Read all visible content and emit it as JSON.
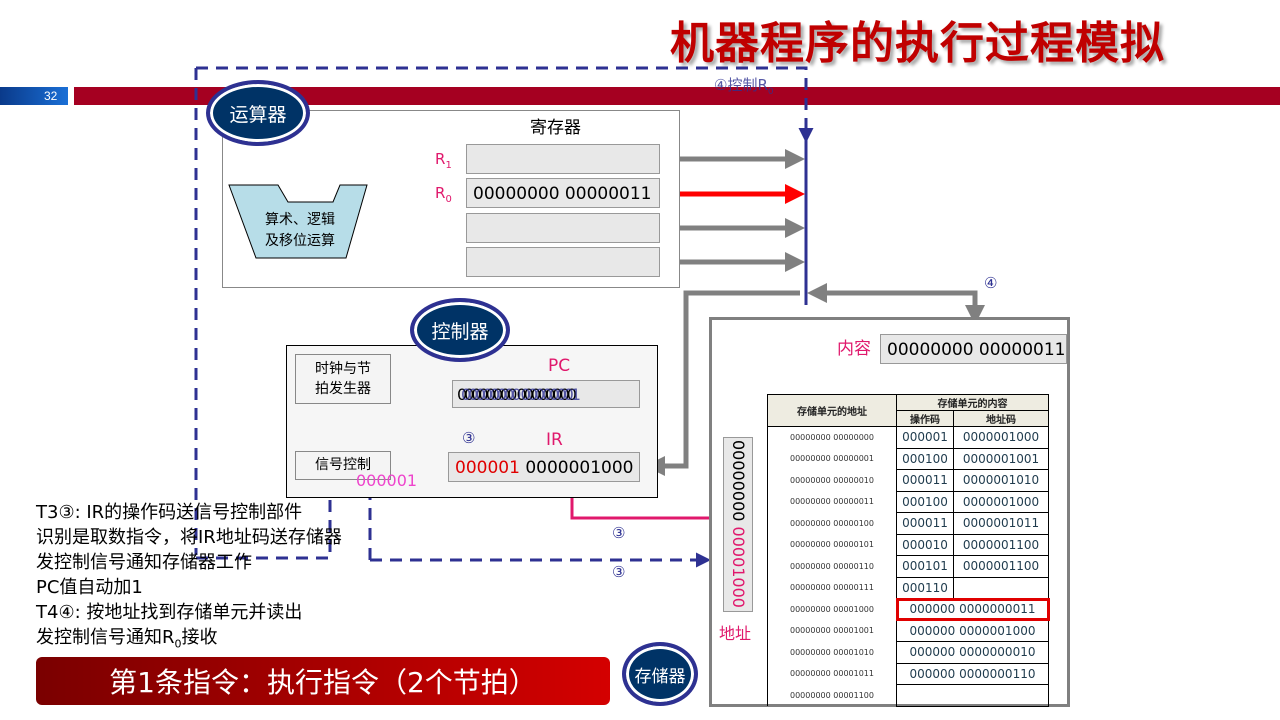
{
  "slide": {
    "title": "机器程序的执行过程模拟",
    "page_number": "32"
  },
  "colors": {
    "header_bar": "#a50021",
    "title": "#c00000",
    "bus_active": "#ff0000",
    "bus_idle": "#808080",
    "control_line": "#2e3192",
    "label_pink": "#e0186c"
  },
  "alu_section": {
    "badge": "运算器",
    "registers_title": "寄存器",
    "alu_label_line1": "算术、逻辑",
    "alu_label_line2": "及移位运算",
    "r1_label": "R",
    "r1_sub": "1",
    "r0_label": "R",
    "r0_sub": "0",
    "registers": [
      "",
      "00000000 00000011",
      "",
      ""
    ]
  },
  "control_annotation": {
    "step": "④",
    "text": "控制R",
    "sub": "0"
  },
  "controller": {
    "badge": "控制器",
    "clock_line1": "时钟与节",
    "clock_line2": "拍发生器",
    "signal_control": "信号控制",
    "pc_label": "PC",
    "pc_value_old": "00000000 00000000",
    "pc_value_new": "00000000 00000001",
    "ir_label": "IR",
    "ir_opcode": "000001",
    "ir_address": "0000001000",
    "opcode_to_signal": "000001",
    "step3_pc": "③"
  },
  "bus_labels": {
    "step4": "④",
    "step3_addr": "③",
    "step3_ctrl": "③"
  },
  "memory": {
    "badge": "存储器",
    "content_label": "内容",
    "content_value": "00000000 00000011",
    "address_label": "地址",
    "address_high": "00000000",
    "address_low": "00001000",
    "table_headers": {
      "address": "存储单元的地址",
      "content": "存储单元的内容",
      "opcode": "操作码",
      "addrcode": "地址码"
    },
    "rows": [
      {
        "address": "00000000 00000000",
        "opcode": "000001",
        "addrcode": "0000001000",
        "full": ""
      },
      {
        "address": "00000000 00000001",
        "opcode": "000100",
        "addrcode": "0000001001",
        "full": ""
      },
      {
        "address": "00000000 00000010",
        "opcode": "000011",
        "addrcode": "0000001010",
        "full": ""
      },
      {
        "address": "00000000 00000011",
        "opcode": "000100",
        "addrcode": "0000001000",
        "full": ""
      },
      {
        "address": "00000000 00000100",
        "opcode": "000011",
        "addrcode": "0000001011",
        "full": ""
      },
      {
        "address": "00000000 00000101",
        "opcode": "000010",
        "addrcode": "0000001100",
        "full": ""
      },
      {
        "address": "00000000 00000110",
        "opcode": "000101",
        "addrcode": "0000001100",
        "full": ""
      },
      {
        "address": "00000000 00000111",
        "opcode": "000110",
        "addrcode": "",
        "full": ""
      },
      {
        "address": "00000000 00001000",
        "opcode": "",
        "addrcode": "",
        "full": "000000 0000000011",
        "selected": true
      },
      {
        "address": "00000000 00001001",
        "opcode": "",
        "addrcode": "",
        "full": "000000 0000001000"
      },
      {
        "address": "00000000 00001010",
        "opcode": "",
        "addrcode": "",
        "full": "000000 0000000010"
      },
      {
        "address": "00000000 00001011",
        "opcode": "",
        "addrcode": "",
        "full": "000000 0000000110"
      },
      {
        "address": "00000000 00001100",
        "opcode": "",
        "addrcode": "",
        "full": ""
      }
    ]
  },
  "notes": {
    "line1": "T3③: IR的操作码送信号控制部件",
    "line2": "识别是取数指令，将IR地址码送存储器",
    "line3": "发控制信号通知存储器工作",
    "line4": "PC值自动加1",
    "line5": "T4④: 按地址找到存储单元并读出",
    "line6_prefix": "发控制信号通知R",
    "line6_sub": "0",
    "line6_suffix": "接收"
  },
  "banner": {
    "text": "第1条指令：执行指令（2个节拍）"
  }
}
